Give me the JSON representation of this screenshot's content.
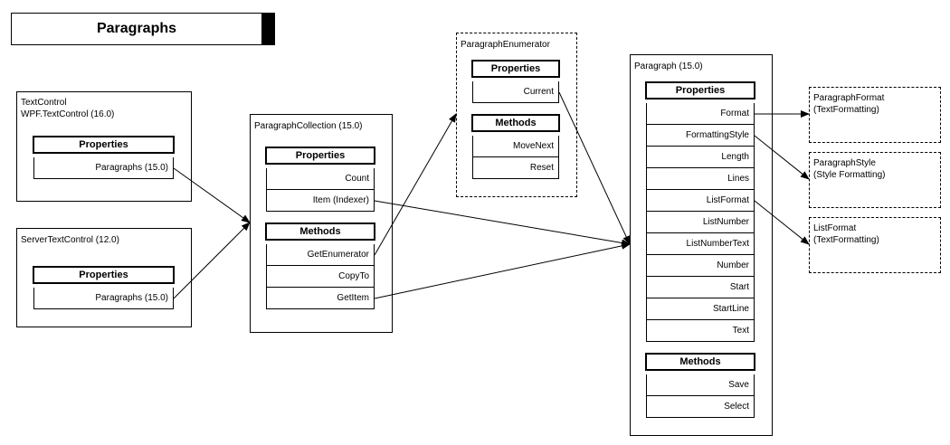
{
  "title": "Paragraphs",
  "boxes": {
    "textcontrol": {
      "title": "TextControl\nWPF.TextControl (16.0)",
      "properties_label": "Properties",
      "properties": [
        "Paragraphs (15.0)"
      ]
    },
    "servertextcontrol": {
      "title": "ServerTextControl (12.0)",
      "properties_label": "Properties",
      "properties": [
        "Paragraphs (15.0)"
      ]
    },
    "paragraphcollection": {
      "title": "ParagraphCollection (15.0)",
      "properties_label": "Properties",
      "properties": [
        "Count",
        "Item (Indexer)"
      ],
      "methods_label": "Methods",
      "methods": [
        "GetEnumerator",
        "CopyTo",
        "GetItem"
      ]
    },
    "paragraphenumerator": {
      "title": "ParagraphEnumerator",
      "properties_label": "Properties",
      "properties": [
        "Current"
      ],
      "methods_label": "Methods",
      "methods": [
        "MoveNext",
        "Reset"
      ]
    },
    "paragraph": {
      "title": "Paragraph (15.0)",
      "properties_label": "Properties",
      "properties": [
        "Format",
        "FormattingStyle",
        "Length",
        "Lines",
        "ListFormat",
        "ListNumber",
        "ListNumberText",
        "Number",
        "Start",
        "StartLine",
        "Text"
      ],
      "methods_label": "Methods",
      "methods": [
        "Save",
        "Select"
      ]
    },
    "paragraphformat": {
      "title": "ParagraphFormat\n(TextFormatting)"
    },
    "paragraphstyle": {
      "title": "ParagraphStyle\n(Style Formatting)"
    },
    "listformat": {
      "title": "ListFormat\n(TextFormatting)"
    }
  }
}
